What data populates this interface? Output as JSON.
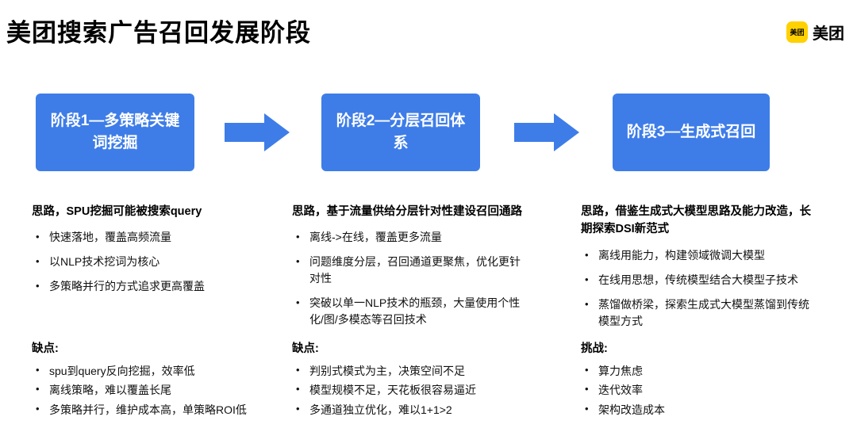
{
  "colors": {
    "accent_blue": "#3E7DE8",
    "logo_yellow": "#FFD100"
  },
  "glyphs": {
    "bullet": "•"
  },
  "header": {
    "title": "美团搜索广告召回发展阶段",
    "logo_badge": "美团",
    "brand": "美团"
  },
  "stages": [
    {
      "label": "阶段1—多策略关键词挖掘"
    },
    {
      "label": "阶段2—分层召回体系"
    },
    {
      "label": "阶段3—生成式召回"
    }
  ],
  "columns": [
    {
      "intro": "思路，SPU挖掘可能被搜索query",
      "points": [
        "快速落地，覆盖高频流量",
        "以NLP技术挖词为核心",
        "多策略并行的方式追求更高覆盖"
      ],
      "section_title": "缺点:",
      "section_points": [
        "spu到query反向挖掘，效率低",
        "离线策略，难以覆盖长尾",
        "多策略并行，维护成本高，单策略ROI低"
      ]
    },
    {
      "intro": "思路，基于流量供给分层针对性建设召回通路",
      "points": [
        "离线->在线，覆盖更多流量",
        "问题维度分层，召回通道更聚焦，优化更针对性",
        "突破以单一NLP技术的瓶颈，大量使用个性化/图/多模态等召回技术"
      ],
      "section_title": "缺点:",
      "section_points": [
        "判别式模式为主，决策空间不足",
        "模型规模不足，天花板很容易逼近",
        "多通道独立优化，难以1+1>2"
      ]
    },
    {
      "intro": "思路，借鉴生成式大模型思路及能力改造，长期探索DSI新范式",
      "points": [
        "离线用能力，构建领域微调大模型",
        "在线用思想，传统模型结合大模型子技术",
        "蒸馏做桥梁，探索生成式大模型蒸馏到传统模型方式"
      ],
      "section_title": "挑战:",
      "section_points": [
        "算力焦虑",
        "迭代效率",
        "架构改造成本"
      ]
    }
  ]
}
